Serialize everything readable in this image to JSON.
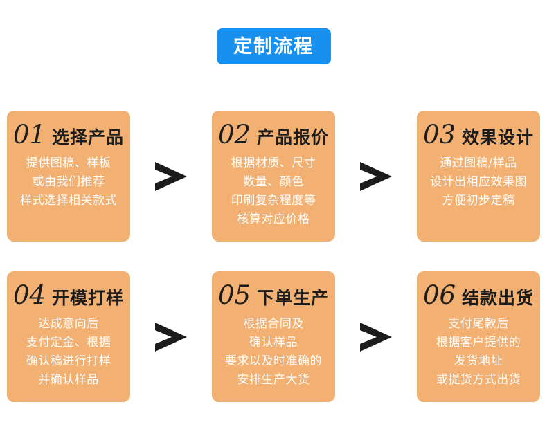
{
  "header": {
    "title": "定制流程",
    "badge_color": "#1890f0",
    "title_color": "#ffffff"
  },
  "theme": {
    "card_color": "#f2b173",
    "card_text_color": "#ffffff",
    "card_heading_color": "#1c1c1c",
    "arrow_color": "#1c1c1c",
    "page_background": "#ffffff"
  },
  "separator": {
    "icon": "chevron-right-icon",
    "glyph": ">"
  },
  "steps": [
    {
      "number": "01",
      "title": "选择产品",
      "lines": [
        "提供图稿、样板",
        "或由我们推荐",
        "样式选择相关款式"
      ]
    },
    {
      "number": "02",
      "title": "产品报价",
      "lines": [
        "根据材质、尺寸",
        "数量、颜色",
        "印刷复杂程度等",
        "核算对应价格"
      ]
    },
    {
      "number": "03",
      "title": "效果设计",
      "lines": [
        "通过图稿/样品",
        "设计出相应效果图",
        "方便初步定稿"
      ]
    },
    {
      "number": "04",
      "title": "开模打样",
      "lines": [
        "达成意向后",
        "支付定金、根据",
        "确认稿进行打样",
        "并确认样品"
      ]
    },
    {
      "number": "05",
      "title": "下单生产",
      "lines": [
        "根据合同及",
        "确认样品",
        "要求以及时准确的",
        "安排生产大货"
      ]
    },
    {
      "number": "06",
      "title": "结款出货",
      "lines": [
        "支付尾款后",
        "根据客户提供的",
        "发货地址",
        "或提货方式出货"
      ]
    }
  ]
}
